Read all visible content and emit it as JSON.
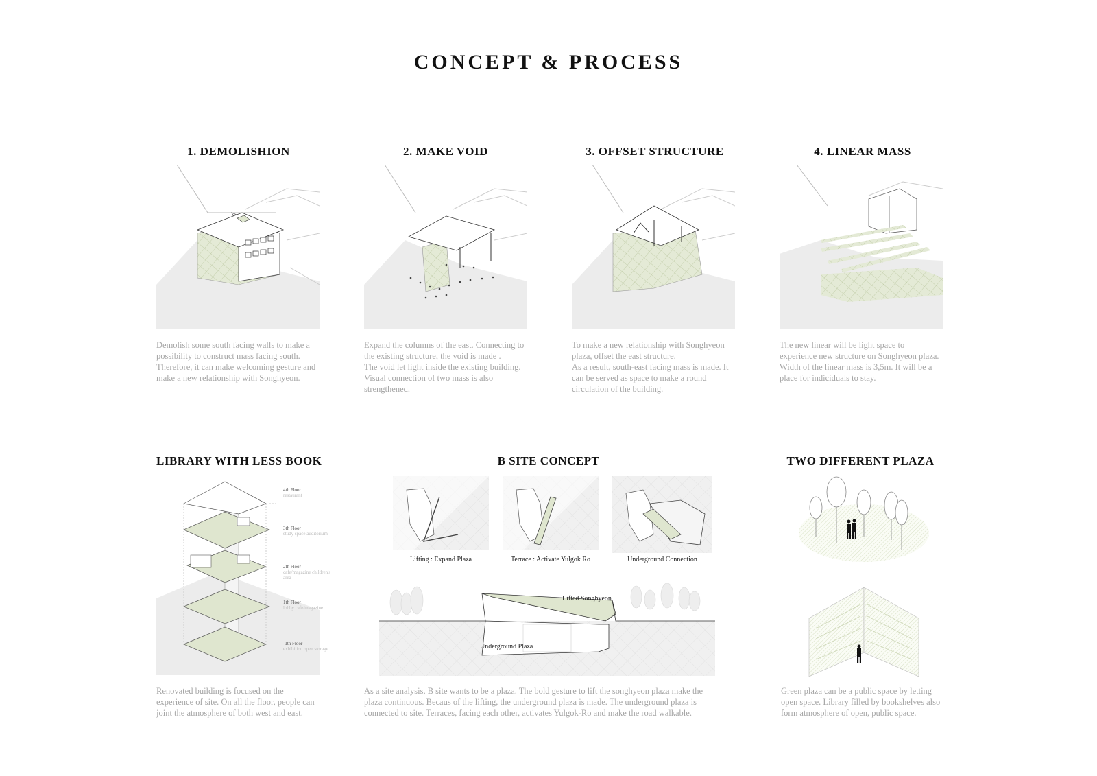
{
  "page_title": "CONCEPT & PROCESS",
  "steps": [
    {
      "title": "1. DEMOLISHION",
      "text": [
        "Demolish some south facing walls to make a possibility to construct mass facing south.",
        "Therefore, it can make welcoming gesture and make a new relationship with Songhyeon."
      ]
    },
    {
      "title": "2. MAKE VOID",
      "text": [
        "Expand the columns of the east. Connecting to the existing structure, the void is made .",
        "The void let light inside the existing building. Visual connection of two mass is also strengthened."
      ]
    },
    {
      "title": "3. OFFSET STRUCTURE",
      "text": [
        "To make a new relationship with Songhyeon plaza, offset the east structure.",
        "As a result, south-east facing mass is made. It can be served as space to make a round circulation of the building."
      ]
    },
    {
      "title": "4. LINEAR MASS",
      "text": [
        "The new linear will be light space to experience new structure on Songhyeon plaza. Width of the linear mass is 3,5m. It will be a place for indiciduals to stay."
      ]
    }
  ],
  "library": {
    "title": "LIBRARY WITH LESS BOOK",
    "floors": [
      {
        "name": "4th Floor",
        "use": "restaurant"
      },
      {
        "name": "3th Floor",
        "use": "study space auditorium"
      },
      {
        "name": "2th Floor",
        "use": "cafe/magazine children's area"
      },
      {
        "name": "1th Floor",
        "use": "lobby cafe/magazine"
      },
      {
        "name": "-1th Floor",
        "use": "exhibition open storage"
      }
    ],
    "text": "Renovated building is focused on the experience of site. On all the floor, people can joint the atmosphere of both west and east."
  },
  "bsite": {
    "title": "B SITE CONCEPT",
    "captions": [
      "Lifting : Expand Plaza",
      "Terrace : Activate Yulgok Ro",
      "Underground Connection"
    ],
    "section_labels": {
      "lifted": "Lifted Songhyeon",
      "underground": "Underground Plaza"
    },
    "text": "As a site analysis, B site wants to be a plaza. The bold gesture to lift the songhyeon plaza make the plaza continuous. Becaus of the lifting, the underground plaza is made. The underground plaza is connected to site. Terraces, facing each other, activates Yulgok-Ro and make the road walkable."
  },
  "plaza": {
    "title": "TWO DIFFERENT PLAZA",
    "text": "Green plaza can be a public space by letting open space. Library filled by bookshelves also form atmosphere of  open, public space."
  },
  "colors": {
    "green": "#dfe6cf",
    "green_line": "#b9c79e",
    "ground": "#ececec",
    "line": "#555555",
    "text_grey": "#a6a6a6"
  }
}
